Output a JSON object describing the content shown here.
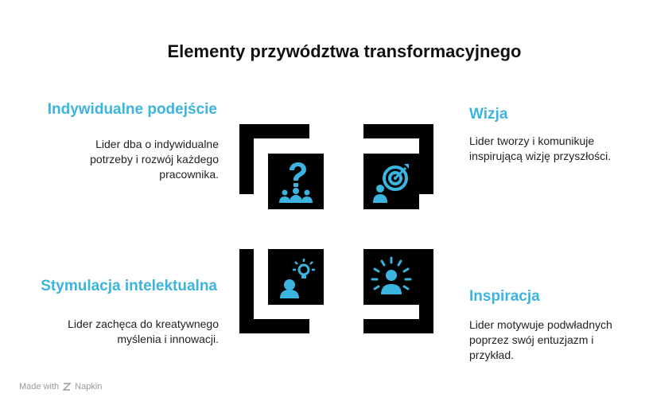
{
  "title": "Elementy przywództwa transformacyjnego",
  "accent_color": "#3cb4e0",
  "quadrants": [
    {
      "heading": "Indywidualne podejście",
      "description_lines": [
        "Lider dba o indywidualne",
        "potrzeby i rozwój każdego",
        "pracownika."
      ],
      "icon": "group-question-icon"
    },
    {
      "heading": "Wizja",
      "description_lines": [
        "Lider tworzy i komunikuje",
        "inspirującą wizję przyszłości."
      ],
      "icon": "target-arrow-icon"
    },
    {
      "heading": "Stymulacja intelektualna",
      "description_lines": [
        "Lider zachęca do kreatywnego",
        "myślenia i innowacji."
      ],
      "icon": "lightbulb-person-icon"
    },
    {
      "heading": "Inspiracja",
      "description_lines": [
        "Lider motywuje podwładnych",
        "poprzez swój entuzjazm i",
        "przykład."
      ],
      "icon": "radiant-person-icon"
    }
  ],
  "footer": {
    "made_with": "Made with",
    "brand": "Napkin"
  }
}
